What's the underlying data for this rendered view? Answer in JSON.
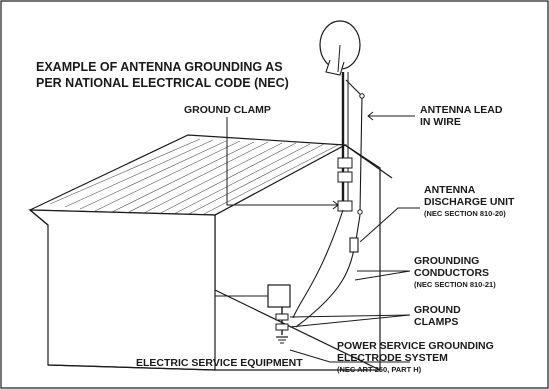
{
  "title": {
    "line1": "EXAMPLE OF ANTENNA GROUNDING AS",
    "line2": "PER NATIONAL ELECTRICAL CODE (NEC)"
  },
  "labels": {
    "ground_clamp": "GROUND CLAMP",
    "antenna_lead_line1": "ANTENNA LEAD",
    "antenna_lead_line2": "IN WIRE",
    "discharge_line1": "ANTENNA",
    "discharge_line2": "DISCHARGE UNIT",
    "discharge_ref": "(NEC SECTION 810-20)",
    "grounding_line1": "GROUNDING",
    "grounding_line2": "CONDUCTORS",
    "grounding_ref": "(NEC SECTION 810-21)",
    "ground_clamps_line1": "GROUND",
    "ground_clamps_line2": "CLAMPS",
    "power_line1": "POWER SERVICE GROUNDING",
    "power_line2": "ELECTRODE SYSTEM",
    "power_ref": "(NEC ART 250, PART H)",
    "electric_service": "ELECTRIC SERVICE EQUIPMENT"
  }
}
